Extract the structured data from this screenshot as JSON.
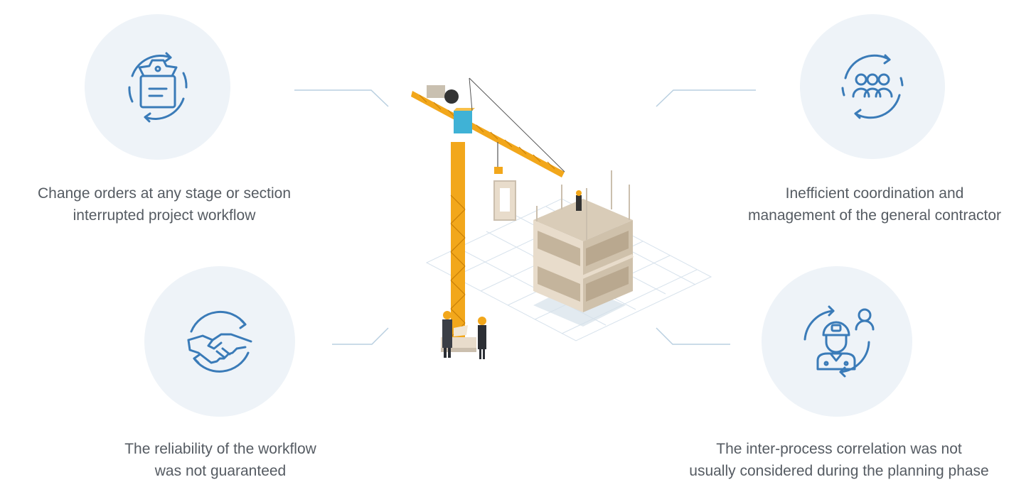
{
  "items": [
    {
      "id": "change-orders",
      "line1": "Change orders at any stage or section",
      "line2": "interrupted project workflow",
      "icon": "checklist-cycle-icon"
    },
    {
      "id": "coordination",
      "line1": "Inefficient coordination and",
      "line2": "management of the general contractor",
      "icon": "team-cycle-icon"
    },
    {
      "id": "reliability",
      "line1": "The reliability of the workflow",
      "line2": "was not guaranteed",
      "icon": "handshake-cycle-icon"
    },
    {
      "id": "correlation",
      "line1": "The inter-process correlation was not",
      "line2": "usually considered during the planning phase",
      "icon": "worker-cycle-icon"
    }
  ],
  "colors": {
    "icon_stroke": "#3a7bb8",
    "circle_bg": "#eef3f8",
    "connector": "#b9cfe0",
    "text": "#555b62",
    "crane": "#f2a71b"
  }
}
